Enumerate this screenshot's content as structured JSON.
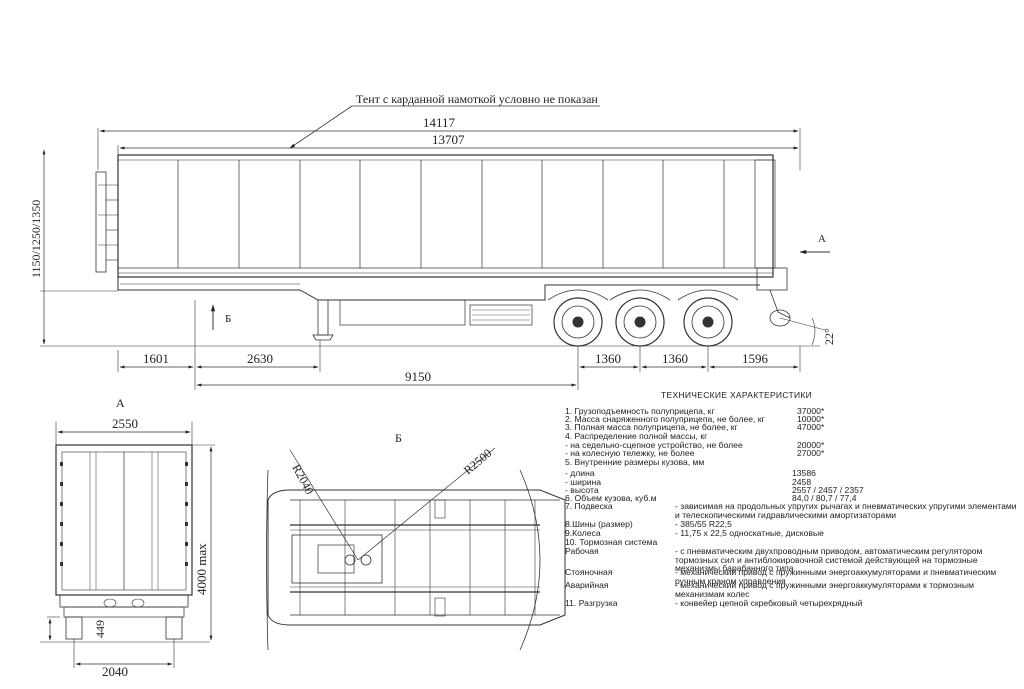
{
  "side_view": {
    "tent_note": "Тент с карданной намоткой условно не показан",
    "dims": {
      "overall_length": "14117",
      "body_length": "13707",
      "coupling_height": "1150/1250/1350",
      "front_overhang": "1601",
      "landing_gear_to_axle": "2630",
      "axle_spacing_1": "1360",
      "axle_spacing_2": "1360",
      "rear_overhang": "1596",
      "wheelbase": "9150",
      "rear_angle": "22°"
    },
    "view_labels": {
      "a": "A",
      "b": "Б"
    }
  },
  "rear_view": {
    "title": "A",
    "dims": {
      "width": "2550",
      "height": "4000 max",
      "track": "2040",
      "rear_height": "449"
    }
  },
  "top_view": {
    "title": "Б",
    "radius_front": "R2040",
    "radius_rear": "R2500"
  },
  "specs": {
    "title": "ТЕХНИЧЕСКИЕ ХАРАКТЕРИСТИКИ",
    "rows": [
      {
        "label": "1. Грузоподъемность полуприцепа, кг",
        "value": "37000*"
      },
      {
        "label": "2. Масса снаряженного полуприцепа, не более, кг",
        "value": "10000*"
      },
      {
        "label": "3. Полная масса полуприцепа, не более, кг",
        "value": "47000*"
      },
      {
        "label": "4. Распределение полной массы, кг",
        "value": ""
      },
      {
        "label": "   - на седельно-сцепное устройство, не более",
        "value": "20000*"
      },
      {
        "label": "   - на колесную тележку, не более",
        "value": "27000*"
      },
      {
        "label": "5. Внутренние размеры кузова, мм",
        "value": ""
      },
      {
        "label": "   - длина",
        "value": "13586"
      },
      {
        "label": "   - ширина",
        "value": "2458"
      },
      {
        "label": "   - высота",
        "value": "2557 / 2457 / 2357"
      },
      {
        "label": "6. Объем кузова, куб.м",
        "value": "84,0 / 80,7 / 77,4"
      }
    ],
    "desc_rows": [
      {
        "label": "7. Подвеска",
        "value": "- зависимая на продольных упругих рычагах и пневматических упругими элементами и телескопическими гидравлическими амортизаторами"
      },
      {
        "label": "8.Шины (размер)",
        "value": "- 385/55  R22,5"
      },
      {
        "label": "9.Колеса",
        "value": "- 11,75 x 22,5 односкатные, дисковые"
      },
      {
        "label": "10. Тормозная система",
        "value": ""
      },
      {
        "label": "   Рабочая",
        "value": "- с пневматическим двухпроводным приводом, автоматическим регулятором тормозных сил и антиблокировочной системой действующей на тормозные механизмы барабанного типа"
      },
      {
        "label": "   Стояночная",
        "value": "- механический привод с пружинными энергоаккумуляторами и пневматическим ручным краном управления"
      },
      {
        "label": "   Аварийная",
        "value": "- механический привод с пружинными энергоаккумуляторами к тормозным механизмам колес"
      },
      {
        "label": "11. Разгрузка",
        "value": "- конвейер цепной скребковый четырехрядный"
      }
    ]
  }
}
